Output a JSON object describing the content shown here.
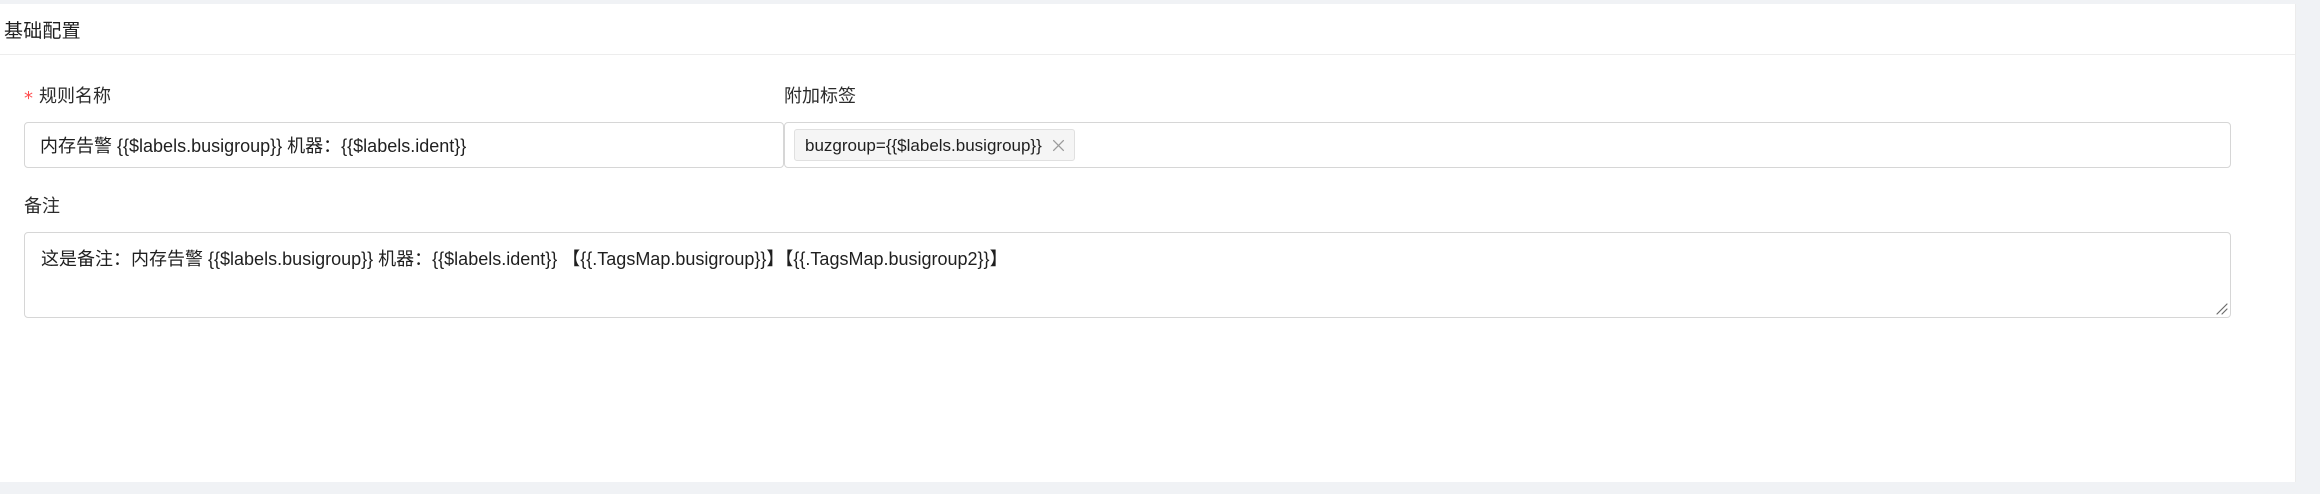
{
  "card": {
    "title": "基础配置"
  },
  "fields": {
    "rule_name": {
      "label": "规则名称",
      "required_marker": "*",
      "value": "内存告警 {{$labels.busigroup}} 机器：{{$labels.ident}}",
      "placeholder": ""
    },
    "extra_tags": {
      "label": "附加标签",
      "tags": [
        {
          "text": "buzgroup={{$labels.busigroup}}",
          "close_icon": "close-icon"
        }
      ],
      "placeholder": ""
    },
    "remark": {
      "label": "备注",
      "value": "这是备注：内存告警 {{$labels.busigroup}} 机器：{{$labels.ident}} 【{{.TagsMap.busigroup}}】【{{.TagsMap.busigroup2}}】",
      "placeholder": "",
      "resize_handle_icon": "resize-grip-icon"
    }
  },
  "colors": {
    "required": "#ff4d4f",
    "border": "#d6d6d6",
    "page_background": "#f0f2f5",
    "card_background": "#ffffff",
    "text": "#1f1f1f",
    "tag_background": "#f5f5f5"
  }
}
